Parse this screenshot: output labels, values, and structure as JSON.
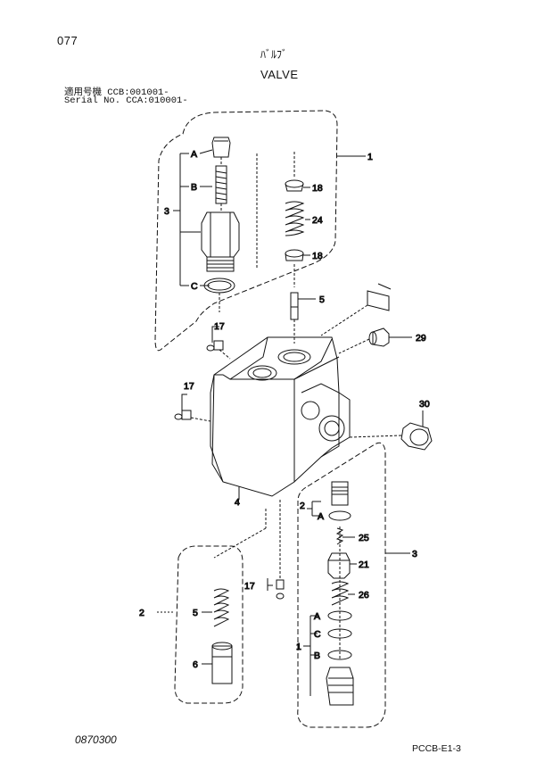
{
  "page_number": "077",
  "title_jp": "ﾊﾞﾙﾌﾞ",
  "title_en": "VALVE",
  "serial_line_1": "適用号機 CCB:001001-",
  "serial_line_2": "Serial No. CCA:010001-",
  "document_code": "0870300",
  "page_code": "PCCB-E1-3",
  "callouts": {
    "c1_top": "1",
    "c3_top": "3",
    "a_top": "A",
    "b_top": "B",
    "c_top": "C",
    "c18_a": "18",
    "c24": "24",
    "c18_b": "18",
    "c5_top": "5",
    "c29": "29",
    "c17_a": "17",
    "c17_b": "17",
    "c30": "30",
    "c4": "4",
    "c2_right": "2",
    "a_right": "A",
    "c3_right": "3",
    "c25": "25",
    "c21": "21",
    "c26": "26",
    "a_low": "A",
    "c_low": "C",
    "b_low": "B",
    "c1_low": "1",
    "c17_c": "17",
    "c2_left": "2",
    "c5_left": "5",
    "c6": "6"
  }
}
